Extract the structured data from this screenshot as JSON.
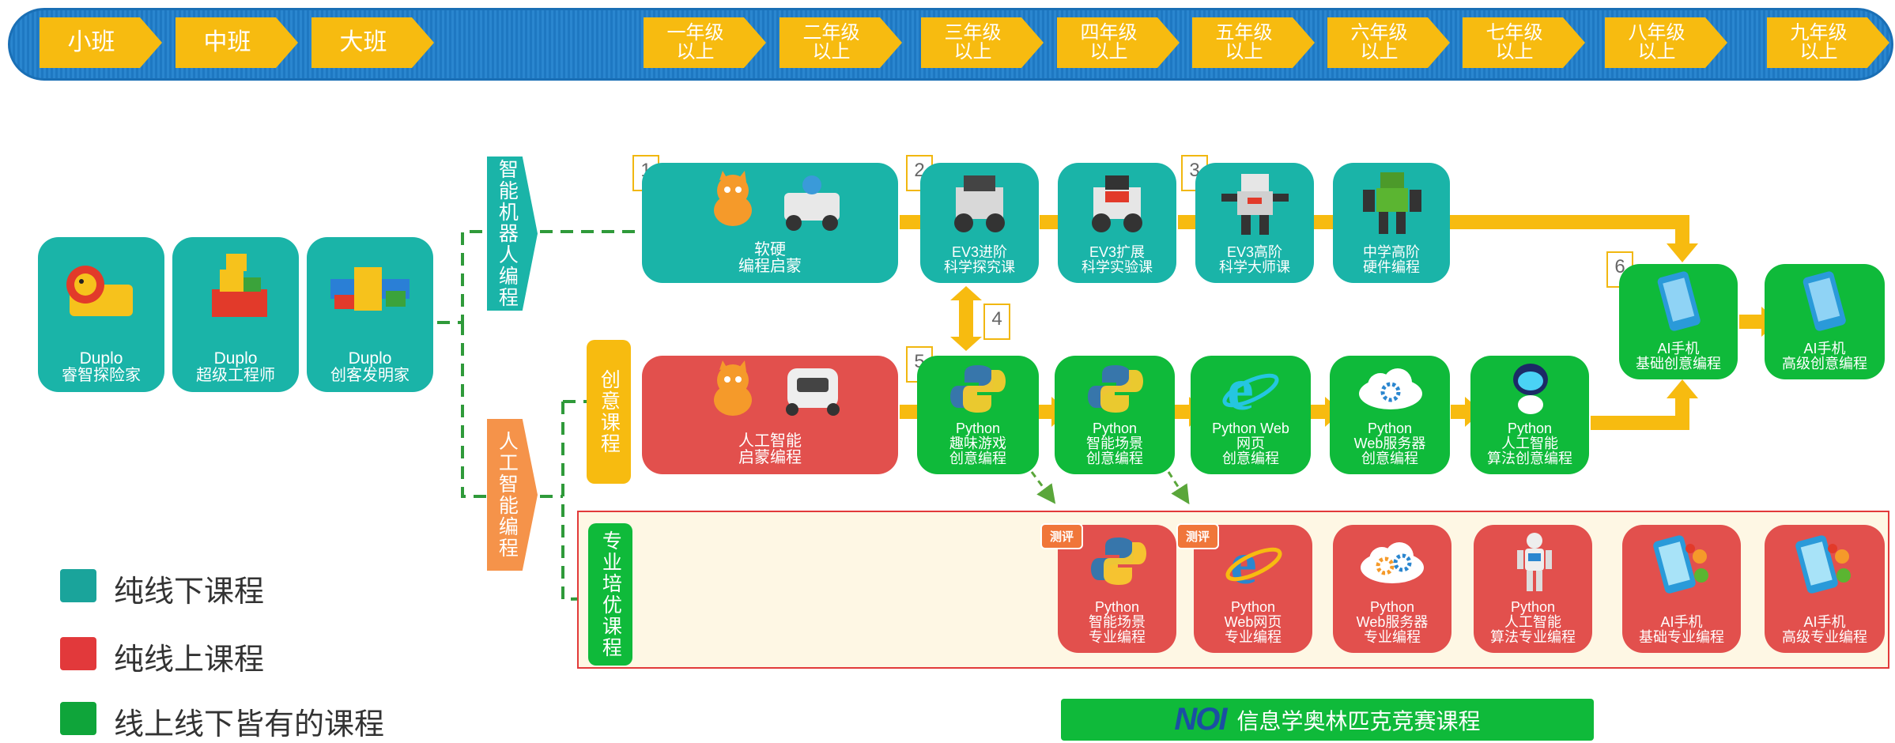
{
  "grades": [
    {
      "label": "小班"
    },
    {
      "label": "中班"
    },
    {
      "label": "大班"
    },
    {
      "label": "一年级\n以上"
    },
    {
      "label": "二年级\n以上"
    },
    {
      "label": "三年级\n以上"
    },
    {
      "label": "四年级\n以上"
    },
    {
      "label": "五年级\n以上"
    },
    {
      "label": "六年级\n以上"
    },
    {
      "label": "七年级\n以上"
    },
    {
      "label": "八年级\n以上"
    },
    {
      "label": "九年级\n以上"
    }
  ],
  "duplo": [
    {
      "line1": "Duplo",
      "line2": "睿智探险家"
    },
    {
      "line1": "Duplo",
      "line2": "超级工程师"
    },
    {
      "line1": "Duplo",
      "line2": "创客发明家"
    }
  ],
  "tracks": {
    "robot": "智能机器人编程",
    "ai": "人工智能编程",
    "creative": "创意课程",
    "pro": "专业培优课程"
  },
  "robot_row": [
    {
      "line1": "软硬",
      "line2": "编程启蒙"
    },
    {
      "line1": "EV3进阶",
      "line2": "科学探究课"
    },
    {
      "line1": "EV3扩展",
      "line2": "科学实验课"
    },
    {
      "line1": "EV3高阶",
      "line2": "科学大师课"
    },
    {
      "line1": "中学高阶",
      "line2": "硬件编程"
    }
  ],
  "ai_phone_row": [
    {
      "line1": "AI手机",
      "line2": "基础创意编程"
    },
    {
      "line1": "AI手机",
      "line2": "高级创意编程"
    }
  ],
  "creative_row": [
    {
      "line1": "人工智能",
      "line2": "启蒙编程"
    },
    {
      "line1": "Python",
      "line2": "趣味游戏",
      "line3": "创意编程"
    },
    {
      "line1": "Python",
      "line2": "智能场景",
      "line3": "创意编程"
    },
    {
      "line1": "Python Web",
      "line2": "网页",
      "line3": "创意编程"
    },
    {
      "line1": "Python",
      "line2": "Web服务器",
      "line3": "创意编程"
    },
    {
      "line1": "Python",
      "line2": "人工智能",
      "line3": "算法创意编程"
    }
  ],
  "pro_row": [
    {
      "line1": "Python",
      "line2": "智能场景",
      "line3": "专业编程"
    },
    {
      "line1": "Python",
      "line2": "Web网页",
      "line3": "专业编程"
    },
    {
      "line1": "Python",
      "line2": "Web服务器",
      "line3": "专业编程"
    },
    {
      "line1": "Python",
      "line2": "人工智能",
      "line3": "算法专业编程"
    },
    {
      "line1": "AI手机",
      "line2": "基础专业编程"
    },
    {
      "line1": "AI手机",
      "line2": "高级专业编程"
    }
  ],
  "eval_tag": "测评",
  "steps": [
    "1",
    "2",
    "3",
    "4",
    "5",
    "6"
  ],
  "legend": [
    {
      "label": "纯线下课程",
      "color": "#1aa49b"
    },
    {
      "label": "纯线上课程",
      "color": "#e2393b"
    },
    {
      "label": "线上线下皆有的课程",
      "color": "#0fa53a"
    }
  ],
  "noi": {
    "logo": "NOI",
    "label": "信息学奥林匹克竞赛课程"
  },
  "colors": {
    "teal": "#1ab4a8",
    "red": "#e2504d",
    "green": "#0fba3a",
    "yellow": "#f7bb10",
    "blue": "#1e78c2",
    "orange": "#f5934a"
  }
}
